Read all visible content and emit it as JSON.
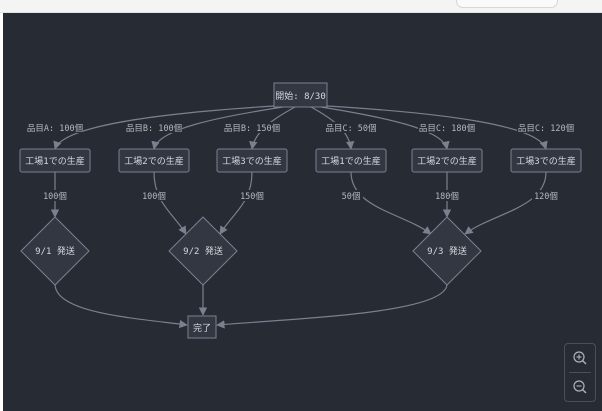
{
  "flow": {
    "start": "開始: 8/30",
    "factories": [
      {
        "label": "工場1での生産",
        "in_label": "品目A: 100個",
        "out_label": "100個"
      },
      {
        "label": "工場2での生産",
        "in_label": "品目B: 100個",
        "out_label": "100個"
      },
      {
        "label": "工場3での生産",
        "in_label": "品目B: 150個",
        "out_label": "150個"
      },
      {
        "label": "工場1での生産",
        "in_label": "品目C: 50個",
        "out_label": "50個"
      },
      {
        "label": "工場2での生産",
        "in_label": "品目C: 180個",
        "out_label": "180個"
      },
      {
        "label": "工場3での生産",
        "in_label": "品目C: 120個",
        "out_label": "120個"
      }
    ],
    "shipments": [
      "9/1 発送",
      "9/2 発送",
      "9/3 発送"
    ],
    "end": "完了"
  },
  "controls": {
    "zoom_in_icon": "zoom-in-icon",
    "zoom_out_icon": "zoom-out-icon"
  },
  "colors": {
    "canvas_background": "#272b33",
    "node_fill": "#323741",
    "node_stroke": "#7b8191",
    "edge": "#7a8090",
    "text": "#d6d8de"
  }
}
